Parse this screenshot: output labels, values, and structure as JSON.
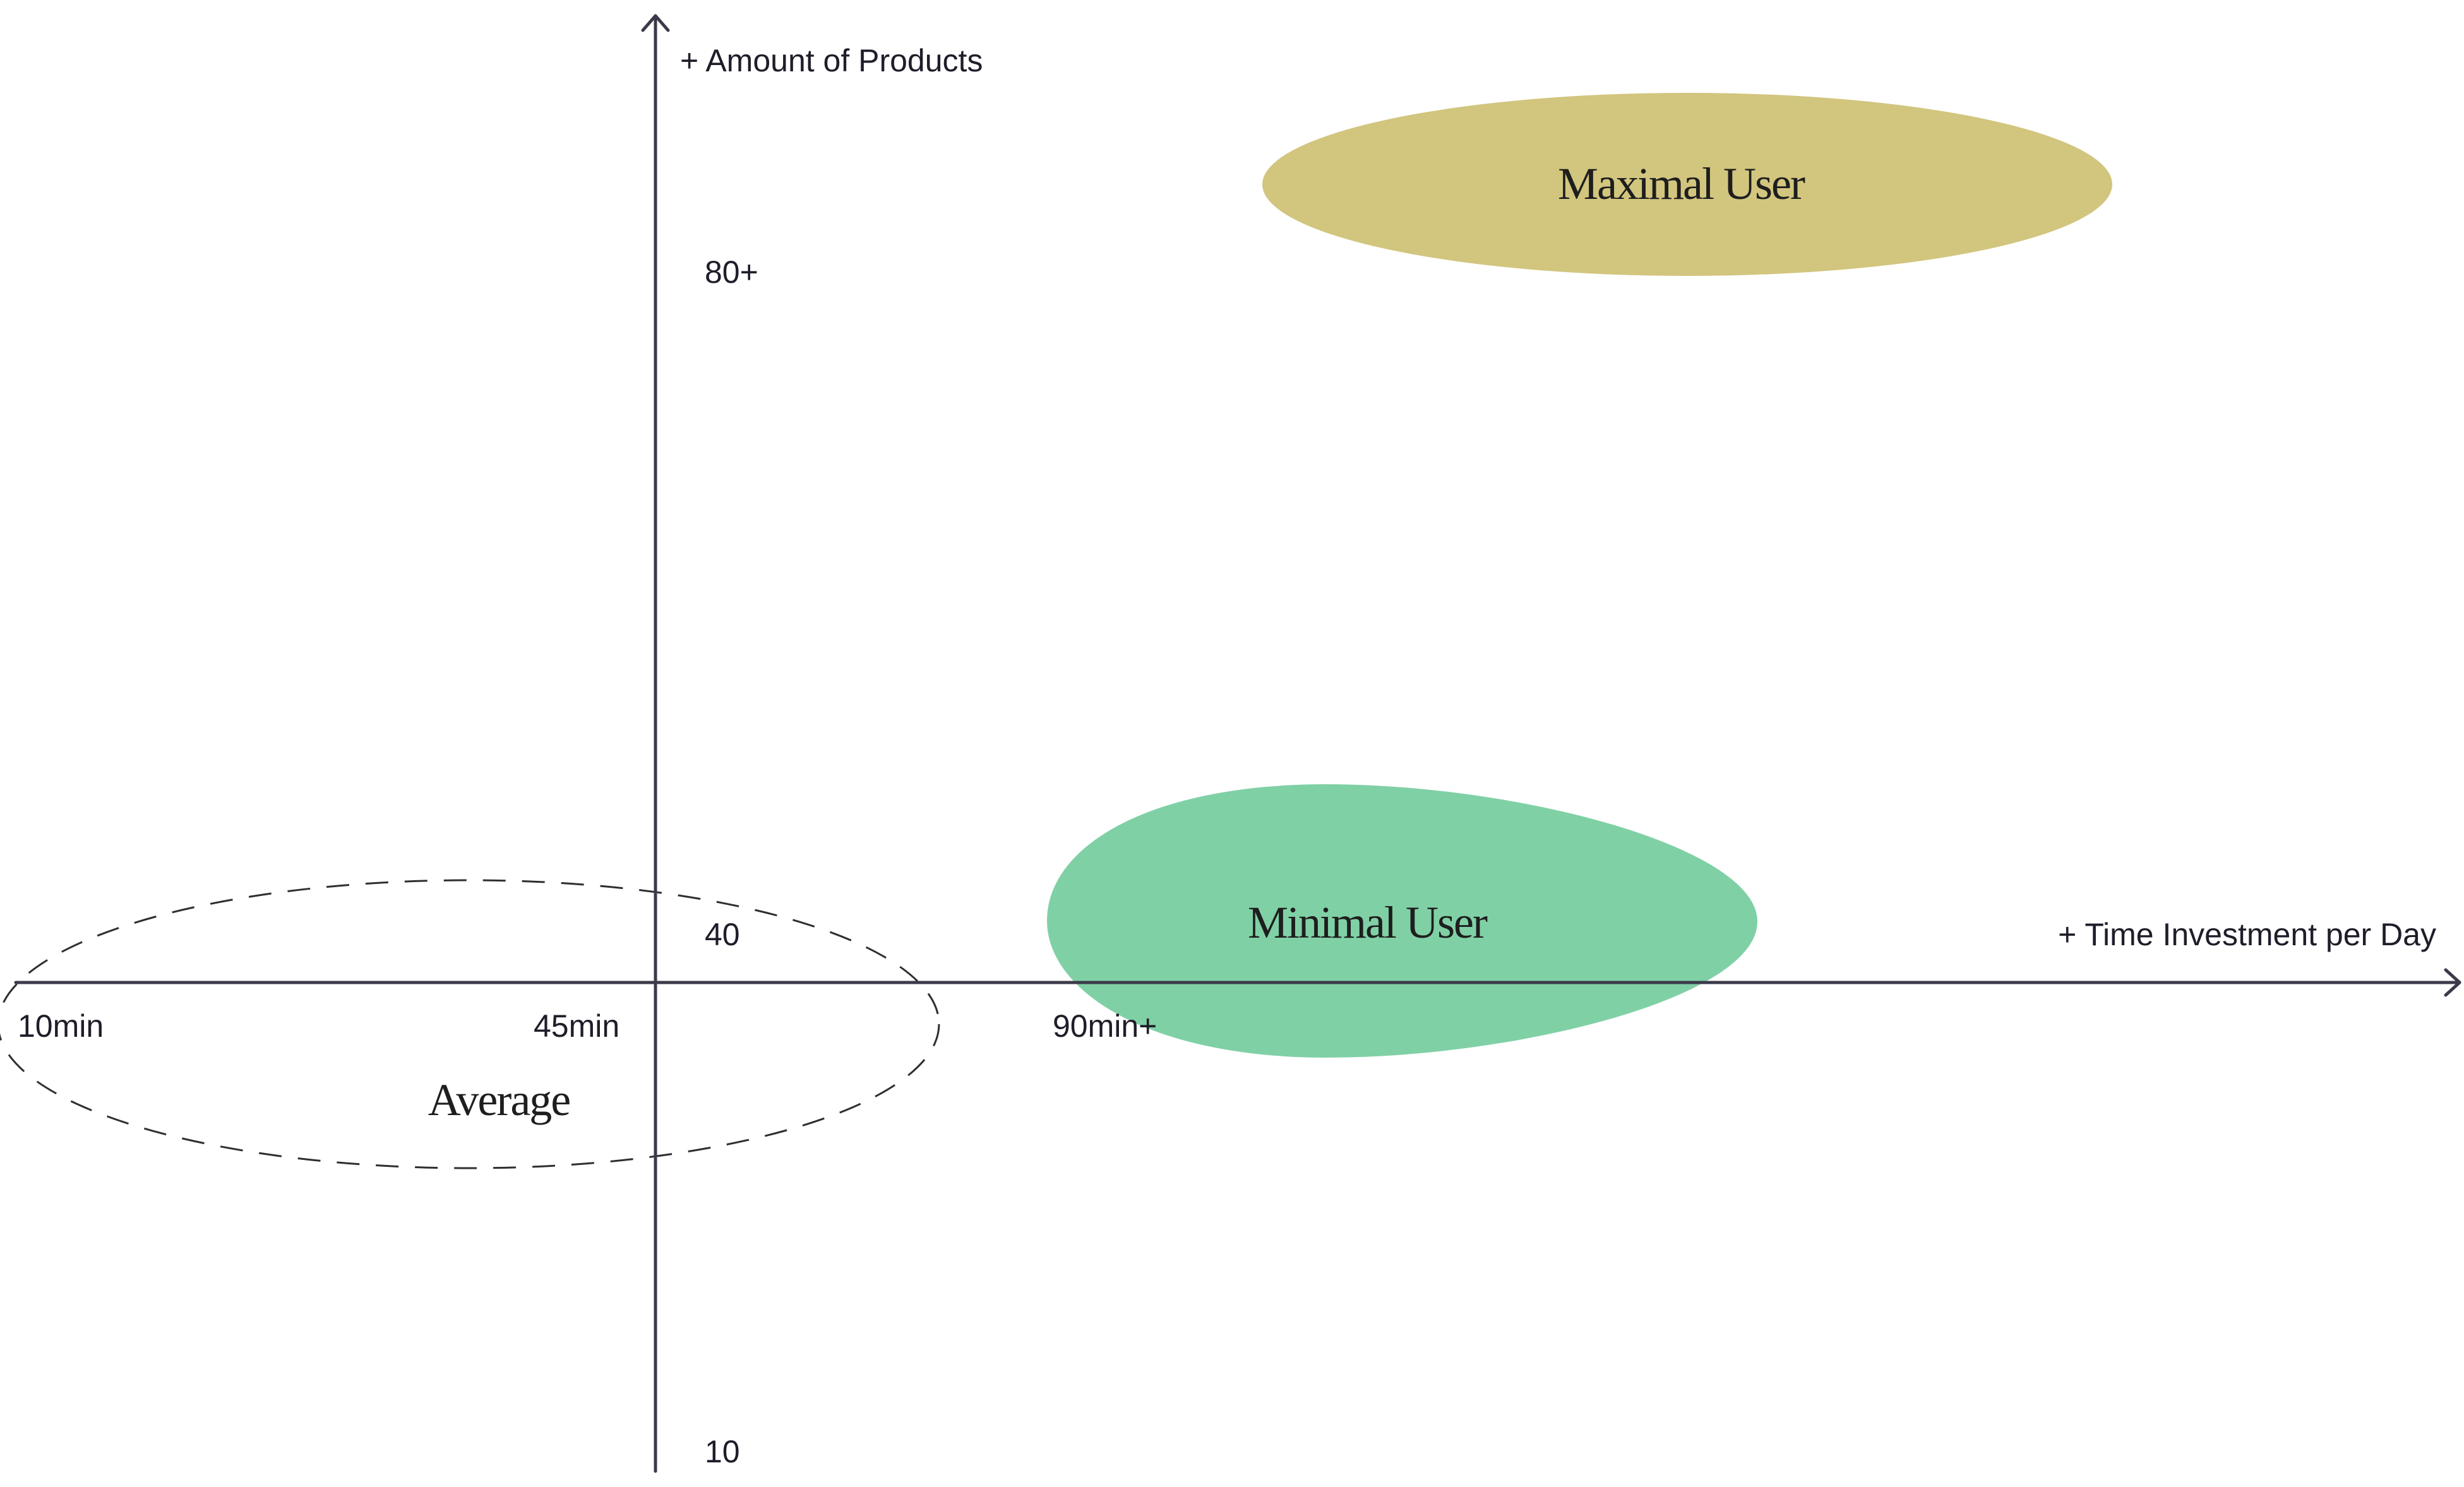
{
  "diagram": {
    "y_axis_label": "+ Amount of Products",
    "x_axis_label": "+ Time Investment per Day",
    "y_ticks": [
      "80+",
      "40",
      "10"
    ],
    "x_ticks": [
      "10min",
      "45min",
      "90min+"
    ],
    "clusters": [
      {
        "label": "Maximal User",
        "color": "#d2c57e",
        "style": "filled"
      },
      {
        "label": "Minimal User",
        "color": "#80d0a6",
        "style": "filled"
      },
      {
        "label": "Average",
        "color": "#2f2f2f",
        "style": "dashed-outline"
      }
    ]
  }
}
